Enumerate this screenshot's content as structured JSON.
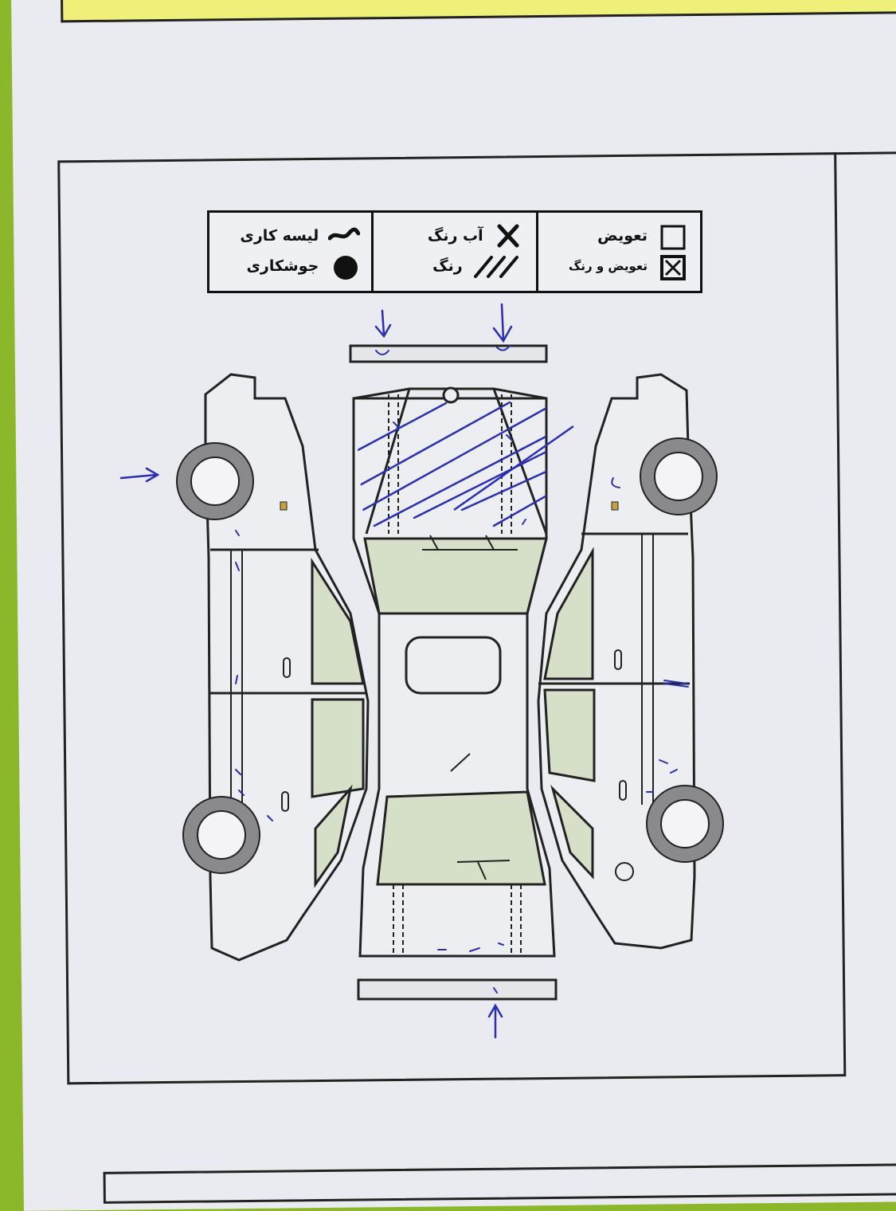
{
  "legend": {
    "col1": {
      "row1_label": "لیسه کاری",
      "row1_icon": "wave-stroke-icon",
      "row2_label": "جوشکاری",
      "row2_icon": "filled-circle-icon"
    },
    "col2": {
      "row1_label": "آب رنگ",
      "row1_icon": "x-mark-icon",
      "row2_label": "رنگ",
      "row2_icon": "hatch-lines-icon"
    },
    "col3": {
      "row1_label": "تعویض",
      "row1_icon": "empty-square-icon",
      "row2_label": "تعویض و رنگ",
      "row2_icon": "crossed-square-icon"
    }
  },
  "colors": {
    "paper": "#e9ebf0",
    "banner": "#eef07a",
    "background": "#8bb82a",
    "glass": "#d6dfc8",
    "ink": "#2a2fb0",
    "tire": "#8a8a8c"
  }
}
